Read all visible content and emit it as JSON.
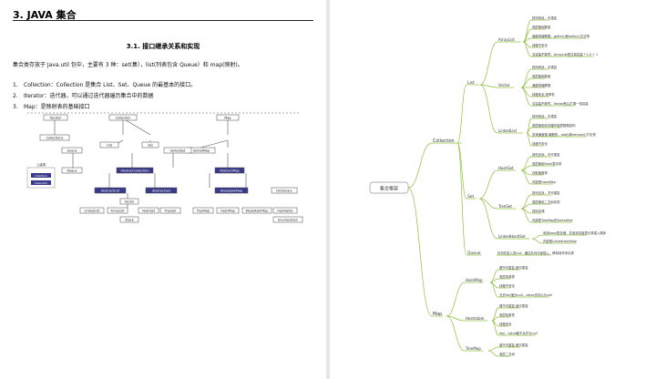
{
  "left": {
    "title": "3. JAVA 集合",
    "subtitle": "3.1. 接口继承关系和实现",
    "intro": "集合类存放于 Java.util 包中，主要有 3 种：set(集），list(列表包含 Queue）和 map(映射)。",
    "list": [
      {
        "num": "1.",
        "text": "Collection：Collection 是集合 List、Set、Queue 的最基本的接口。"
      },
      {
        "num": "2.",
        "text": "Iterator：迭代器，可以通过迭代器遍历集合中的数据"
      },
      {
        "num": "3.",
        "text": "Map：是映射表的基础接口"
      }
    ],
    "diagram": {
      "top": [
        "Iterator",
        "Collection",
        "Map"
      ],
      "row2": [
        "Collections",
        "List",
        "Set",
        "SortedMap"
      ],
      "row3": [
        "Queue",
        "AbstractCollection",
        "SortedSet",
        "AbstractMap"
      ],
      "row4": [
        "Deque",
        "AbstractList",
        "AbstractSet",
        "NavigableMap"
      ],
      "row5": [
        "LinkedList",
        "ArrayList",
        "Vector",
        "HashSet",
        "TreeSet",
        "TreeMap",
        "HashMap",
        "WeakHashMap",
        "Hashtable"
      ],
      "bottom": [
        "Stack"
      ],
      "side": [
        "Dictionary",
        "Enumeration"
      ],
      "legend": [
        "上级类",
        "Interface",
        "Collection"
      ]
    }
  },
  "mindmap": {
    "root": "集合框架",
    "collection": "Collection",
    "list": "List",
    "set": "Set",
    "queue": "Queue",
    "queue_note": "队列先进入的List，通过队列头部插入、移除操作来实现",
    "arraylist": "ArrayList",
    "arraylist_items": [
      "排列有序，可重复",
      "底层使用数组",
      "速度快增删慢，getter()和setter()方法快",
      "线程不安全",
      "当容量不够时，ArrayList是当前容量 * 1.5 + 1"
    ],
    "vector": "Vector",
    "vector_items": [
      "排列有序，可重复",
      "底层使用数组",
      "速度快增删慢",
      "线程安全,效率低",
      "当容量不够时，Vector默认扩展一倍容量"
    ],
    "linkedlist": "LinkedList",
    "linkedlist_items": [
      "排列有序，可重复",
      "底层使用双向循环链表数据结构",
      "查询速度慢,增删快，add()和remove()方法快",
      "线程不安全"
    ],
    "hashset": "HashSet",
    "hashset_items": [
      "排列无序，不可重复",
      "底层使用Hash表实现",
      "存取速度快",
      "内部是HashMap"
    ],
    "treeset": "TreeSet",
    "treeset_items": [
      "排列无序，不可重复",
      "底层使用二叉树实现",
      "排序存储",
      "内部是TreeMap的SortedSet"
    ],
    "linkedhashset": "LinkedHashSet",
    "linkedhashset_items": [
      "采用hash表存储，并用双向链表记录插入顺序",
      "内部是LinkedHashMap"
    ],
    "map": "Map",
    "hashmap": "HashMap",
    "hashmap_items": [
      "键不可重复,值可重复",
      "底层哈希表",
      "线程不安全",
      "允许key值为null，value也可以为null"
    ],
    "hashtable": "Hashtable",
    "hashtable_items": [
      "键不可重复,值可重复",
      "底层哈希表",
      "线程安全",
      "key、value都不允许为null"
    ],
    "treemap": "TreeMap",
    "treemap_items": [
      "键不可重复,值可重复",
      "底层二叉树"
    ],
    "colors": {
      "edge": "#8fbf3f",
      "node": "#333333",
      "root_border": "#999999"
    }
  }
}
